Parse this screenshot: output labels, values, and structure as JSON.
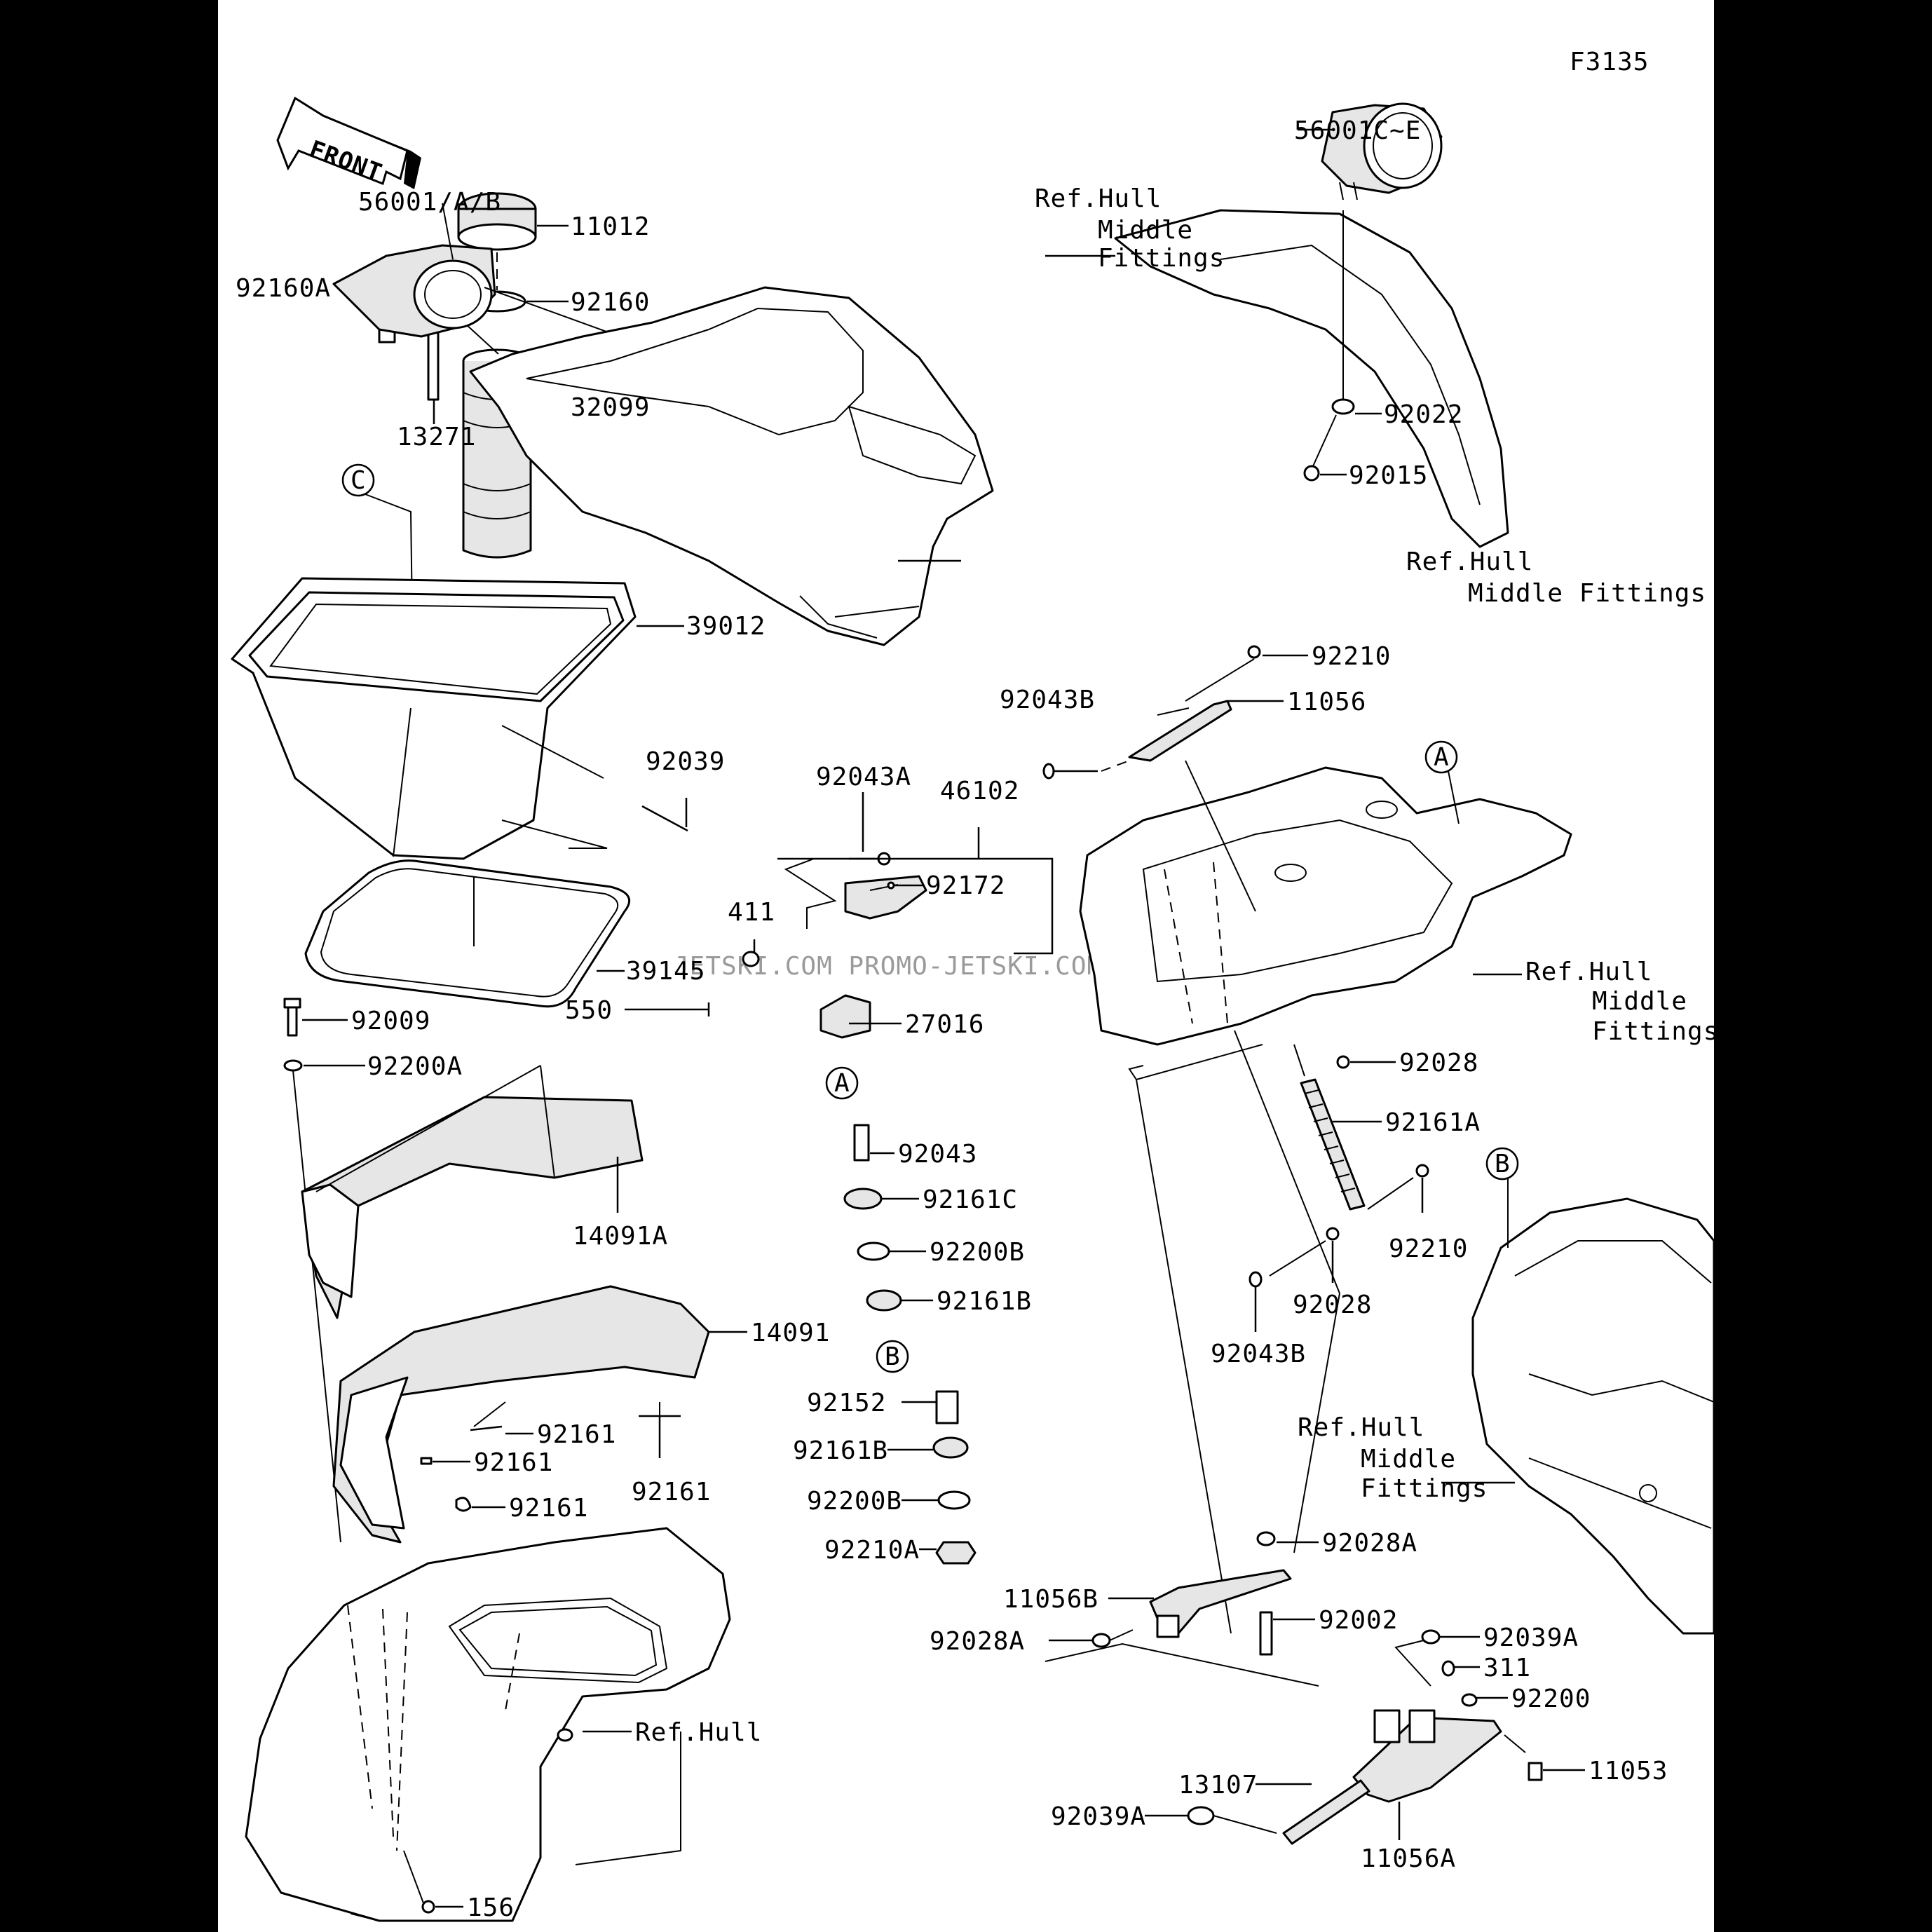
{
  "figure_code": "F3135",
  "front_arrow": {
    "label": "FRONT"
  },
  "watermark": "JETSKI.COM  PROMO-JETSKI.COM  PROMO-JETSKI.COM",
  "ref_markers": [
    "A",
    "B",
    "C"
  ],
  "parts": [
    {
      "id": "p11012",
      "number": "11012"
    },
    {
      "id": "p92160",
      "number": "92160"
    },
    {
      "id": "p92160A",
      "number": "92160A"
    },
    {
      "id": "p13271",
      "number": "13271"
    },
    {
      "id": "p32099",
      "number": "32099"
    },
    {
      "id": "p39012",
      "number": "39012"
    },
    {
      "id": "p92039",
      "number": "92039"
    },
    {
      "id": "p39145",
      "number": "39145"
    },
    {
      "id": "p92009",
      "number": "92009"
    },
    {
      "id": "p92200A",
      "number": "92200A"
    },
    {
      "id": "p14091A",
      "number": "14091A"
    },
    {
      "id": "p14091",
      "number": "14091"
    },
    {
      "id": "p92161_1",
      "number": "92161"
    },
    {
      "id": "p92161_2",
      "number": "92161"
    },
    {
      "id": "p92161_3",
      "number": "92161"
    },
    {
      "id": "p92161_4",
      "number": "92161"
    },
    {
      "id": "p156",
      "number": "156"
    },
    {
      "id": "p56001AB",
      "number": "56001/A/B"
    },
    {
      "id": "p56001CE",
      "number": "56001C~E"
    },
    {
      "id": "p92022",
      "number": "92022"
    },
    {
      "id": "p92015",
      "number": "92015"
    },
    {
      "id": "p92043A",
      "number": "92043A"
    },
    {
      "id": "p46102",
      "number": "46102"
    },
    {
      "id": "p92172",
      "number": "92172"
    },
    {
      "id": "p411",
      "number": "411"
    },
    {
      "id": "p550",
      "number": "550"
    },
    {
      "id": "p27016",
      "number": "27016"
    },
    {
      "id": "p92043",
      "number": "92043"
    },
    {
      "id": "p92161C",
      "number": "92161C"
    },
    {
      "id": "p92200B_1",
      "number": "92200B"
    },
    {
      "id": "p92161B_1",
      "number": "92161B"
    },
    {
      "id": "p92152",
      "number": "92152"
    },
    {
      "id": "p92161B_2",
      "number": "92161B"
    },
    {
      "id": "p92200B_2",
      "number": "92200B"
    },
    {
      "id": "p92210A",
      "number": "92210A"
    },
    {
      "id": "p92210_1",
      "number": "92210"
    },
    {
      "id": "p92043B_1",
      "number": "92043B"
    },
    {
      "id": "p11056",
      "number": "11056"
    },
    {
      "id": "p92028_1",
      "number": "92028"
    },
    {
      "id": "p92161A",
      "number": "92161A"
    },
    {
      "id": "p92210_2",
      "number": "92210"
    },
    {
      "id": "p92028_2",
      "number": "92028"
    },
    {
      "id": "p92043B_2",
      "number": "92043B"
    },
    {
      "id": "p92028A_1",
      "number": "92028A"
    },
    {
      "id": "p11056B",
      "number": "11056B"
    },
    {
      "id": "p92002",
      "number": "92002"
    },
    {
      "id": "p92028A_2",
      "number": "92028A"
    },
    {
      "id": "p92039A_1",
      "number": "92039A"
    },
    {
      "id": "p311",
      "number": "311"
    },
    {
      "id": "p92200",
      "number": "92200"
    },
    {
      "id": "p11053",
      "number": "11053"
    },
    {
      "id": "p13107",
      "number": "13107"
    },
    {
      "id": "p11056A",
      "number": "11056A"
    },
    {
      "id": "p92039A_2",
      "number": "92039A"
    }
  ],
  "refs": {
    "hull_middle_fittings_1": [
      "Ref.Hull",
      "Middle",
      "Fittings"
    ],
    "hull_middle_fittings_2": [
      "Ref.Hull",
      "Middle Fittings"
    ],
    "hull_middle_fittings_3": [
      "Ref.Hull",
      "Middle",
      "Fittings"
    ],
    "hull_middle_fittings_4": [
      "Ref.Hull",
      "Middle",
      "Fittings"
    ],
    "hull": "Ref.Hull"
  }
}
